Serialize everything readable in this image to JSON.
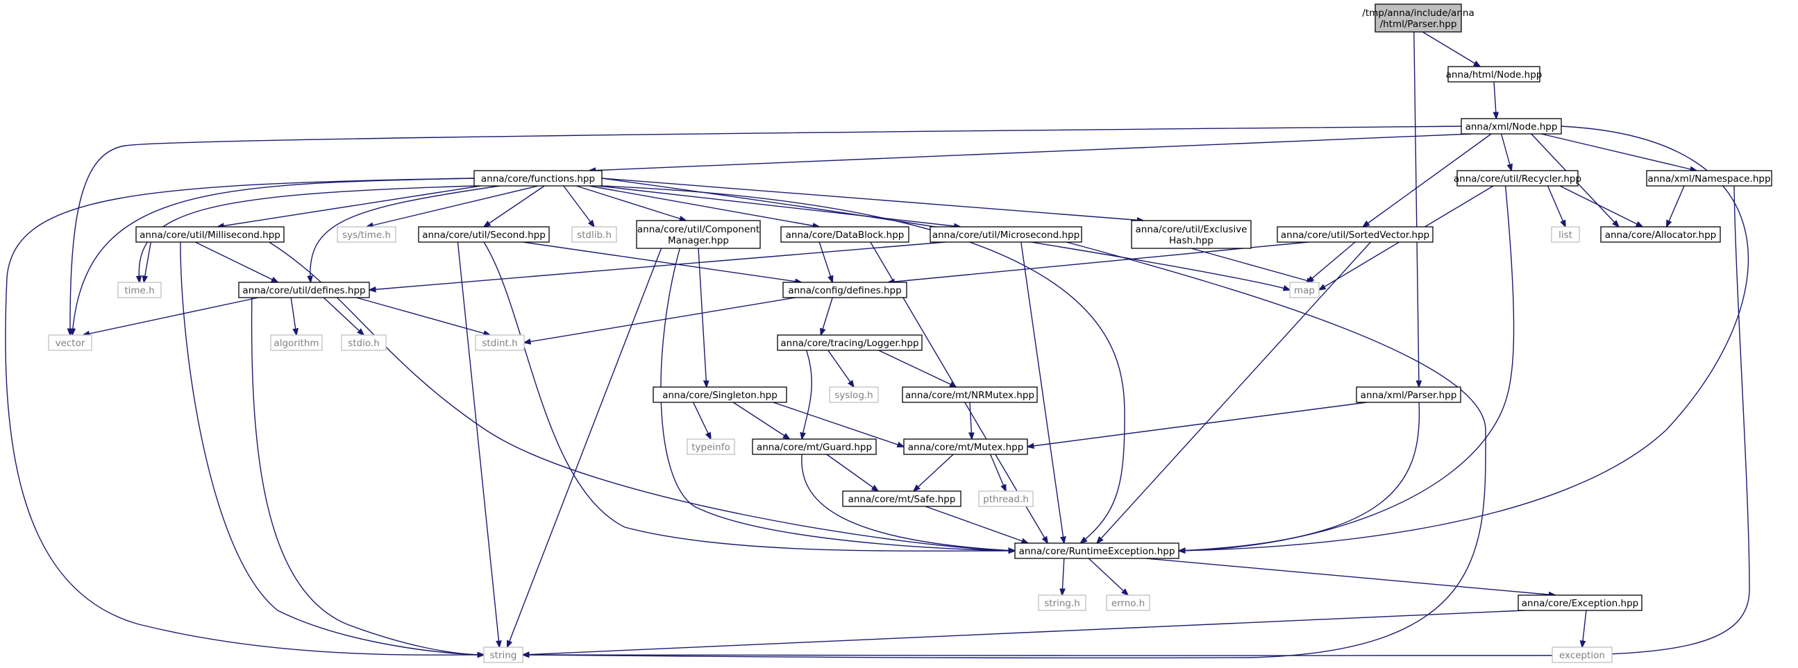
{
  "colors": {
    "edge": "#191970",
    "box_border": "#000000",
    "system_border": "#bfbfbf",
    "system_text": "#7f7f7f",
    "root_fill": "#bfbfbf",
    "box_fill": "#ffffff"
  },
  "nodes": {
    "root": [
      "/tmp/anna/include/anna",
      "/html/Parser.hpp"
    ],
    "html_node": [
      "anna/html/Node.hpp"
    ],
    "xml_node": [
      "anna/xml/Node.hpp"
    ],
    "functions": [
      "anna/core/functions.hpp"
    ],
    "recycler": [
      "anna/core/util/Recycler.hpp"
    ],
    "namespace": [
      "anna/xml/Namespace.hpp"
    ],
    "millisecond": [
      "anna/core/util/Millisecond.hpp"
    ],
    "sys_time": [
      "sys/time.h"
    ],
    "second": [
      "anna/core/util/Second.hpp"
    ],
    "stdlib": [
      "stdlib.h"
    ],
    "component": [
      "anna/core/util/Component",
      "Manager.hpp"
    ],
    "datablock": [
      "anna/core/DataBlock.hpp"
    ],
    "microsecond": [
      "anna/core/util/Microsecond.hpp"
    ],
    "exclusive": [
      "anna/core/util/Exclusive",
      "Hash.hpp"
    ],
    "sortedvector": [
      "anna/core/util/SortedVector.hpp"
    ],
    "list": [
      "list"
    ],
    "allocator": [
      "anna/core/Allocator.hpp"
    ],
    "time_h": [
      "time.h"
    ],
    "util_defines": [
      "anna/core/util/defines.hpp"
    ],
    "config_defines": [
      "anna/config/defines.hpp"
    ],
    "map": [
      "map"
    ],
    "vector": [
      "vector"
    ],
    "algorithm": [
      "algorithm"
    ],
    "stdio": [
      "stdio.h"
    ],
    "stdint": [
      "stdint.h"
    ],
    "logger": [
      "anna/core/tracing/Logger.hpp"
    ],
    "syslog": [
      "syslog.h"
    ],
    "nrmutex": [
      "anna/core/mt/NRMutex.hpp"
    ],
    "singleton": [
      "anna/core/Singleton.hpp"
    ],
    "xml_parser": [
      "anna/xml/Parser.hpp"
    ],
    "typeinfo": [
      "typeinfo"
    ],
    "guard": [
      "anna/core/mt/Guard.hpp"
    ],
    "mutex": [
      "anna/core/mt/Mutex.hpp"
    ],
    "pthread": [
      "pthread.h"
    ],
    "safe": [
      "anna/core/mt/Safe.hpp"
    ],
    "runtime": [
      "anna/core/RuntimeException.hpp"
    ],
    "string_h": [
      "string.h"
    ],
    "errno": [
      "errno.h"
    ],
    "exception_hpp": [
      "anna/core/Exception.hpp"
    ],
    "string": [
      "string"
    ],
    "exception": [
      "exception"
    ]
  }
}
